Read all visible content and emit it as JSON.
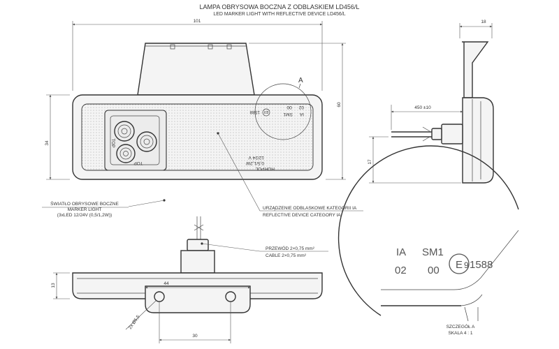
{
  "title": {
    "line1": "LAMPA OBRYSOWA BOCZNA Z ODBLASKIEM LD456/L",
    "line2": "LED MARKER LIGHT WITH REFLECTIVE DEVICE LD456/L"
  },
  "dimensions": {
    "overall_width": "101",
    "overall_height": "60",
    "body_height": "34",
    "depth": "18",
    "cable_length": "450 ±10",
    "cable_offset": "17",
    "profile_height": "13",
    "bracket_width": "44",
    "hole_spacing": "30",
    "holes": "2x Ø5,5"
  },
  "detail_ref": "A",
  "front_marks": {
    "top_label_1": "TOP",
    "top_label_2": "TOP",
    "e_mark_number": "1588",
    "brand": "HORPOL",
    "voltage": "12/24 V",
    "power": "0,5/1,2W",
    "code_ia": "IA",
    "code_sm1": "SM1",
    "code_02": "02",
    "code_00": "00",
    "e_mark": "E9"
  },
  "callouts": {
    "marker_pl": "ŚWIATŁO OBRYSOWE BOCZNE",
    "marker_en": "MARKER LIGHT",
    "marker_spec": "(3xLED 12/24V (0,5/1,2W))",
    "reflector_pl": "URZĄDZENIE ODBLASKOWE KATEGORII IA",
    "reflector_en": "REFLECTIVE DEVICE CATEGORY IA",
    "cable_pl": "PRZEWÓD 2×0,75 mm²",
    "cable_en": "CABLE 2×0,75 mm²"
  },
  "detail": {
    "code_ia": "IA",
    "code_sm1": "SM1",
    "code_02": "02",
    "code_00": "00",
    "e_letter": "E",
    "e_number": "9",
    "approval": "1588",
    "caption_pl": "SZCZEGÓŁ A",
    "caption_scale": "SKALA 4 : 1"
  }
}
